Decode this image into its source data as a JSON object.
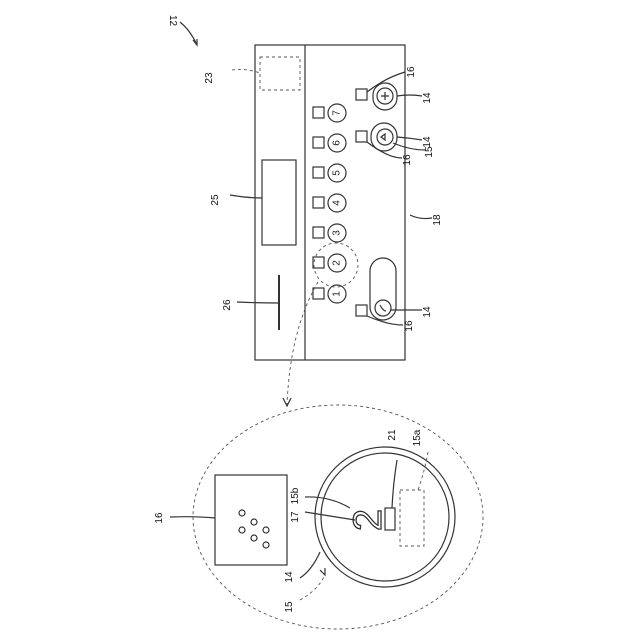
{
  "figure": {
    "assembly_ref": "12",
    "labels": {
      "l23": "23",
      "l25": "25",
      "l26": "26",
      "l18": "18",
      "l14a": "14",
      "l14b": "14",
      "l14c": "14",
      "l16a": "16",
      "l16b": "16",
      "l16c": "16",
      "l15": "15",
      "d16": "16",
      "d17": "17",
      "d15b": "15b",
      "d21": "21",
      "d15a": "15a",
      "d14": "14",
      "d15": "15"
    },
    "buttons": [
      "1",
      "2",
      "3",
      "4",
      "5",
      "6",
      "7"
    ],
    "detail_digit": "2"
  }
}
